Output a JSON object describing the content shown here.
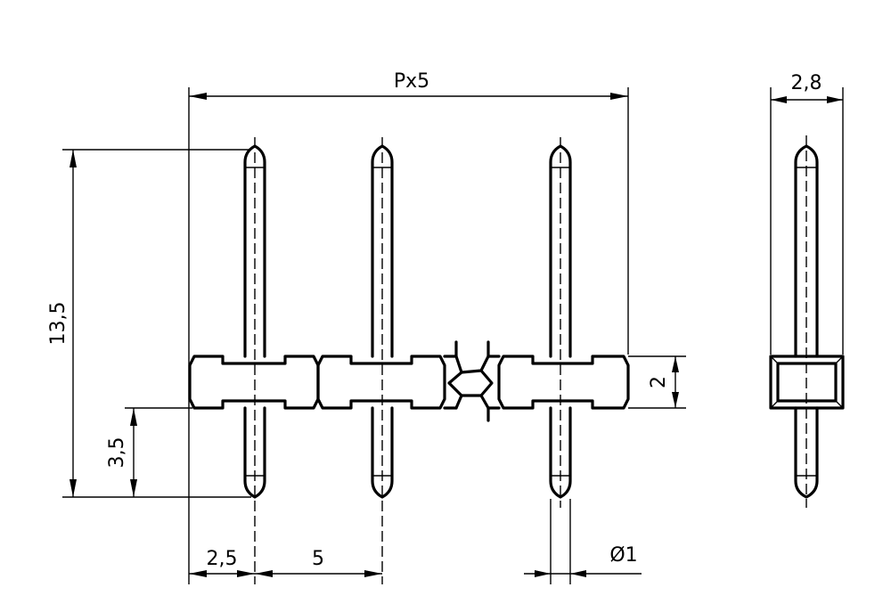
{
  "dimensions": {
    "overall_length": "Px5",
    "side_width": "2,8",
    "total_height": "13,5",
    "lower_pin_length": "3,5",
    "body_height": "2",
    "edge_offset": "2,5",
    "pitch": "5",
    "pin_diameter": "Ø1"
  },
  "colors": {
    "line": "#000000",
    "background": "#ffffff"
  }
}
